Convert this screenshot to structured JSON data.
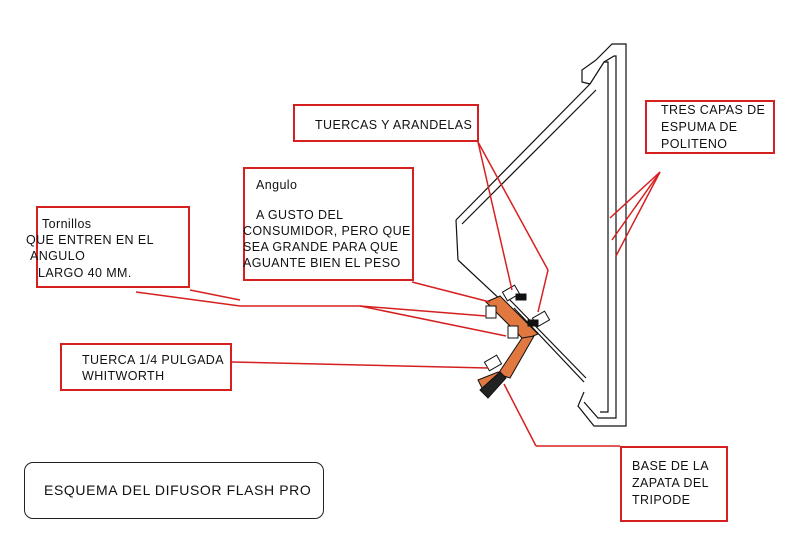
{
  "diagram": {
    "title": "ESQUEMA DEL DIFUSOR FLASH PRO",
    "labels": {
      "tuercas": "TUERCAS Y ARANDELAS",
      "tres_capas": [
        "TRES CAPAS DE",
        "ESPUMA DE",
        "POLITENO"
      ],
      "angulo_title": "Angulo",
      "angulo_text": [
        "A GUSTO DEL",
        "CONSUMIDOR, PERO QUE",
        "SEA GRANDE PARA QUE",
        "AGUANTE BIEN EL PESO"
      ],
      "tornillos": [
        "Tornillos",
        "QUE ENTREN EN EL",
        "ANGULO",
        "LARGO 40 MM."
      ],
      "tuerca": [
        "TUERCA 1/4 PULGADA",
        "WHITWORTH"
      ],
      "base": [
        "BASE DE LA",
        "ZAPATA DEL",
        "TRIPODE"
      ]
    },
    "colors": {
      "callout": "#d62020",
      "bracket": "#e07840",
      "line": "#111111"
    }
  }
}
